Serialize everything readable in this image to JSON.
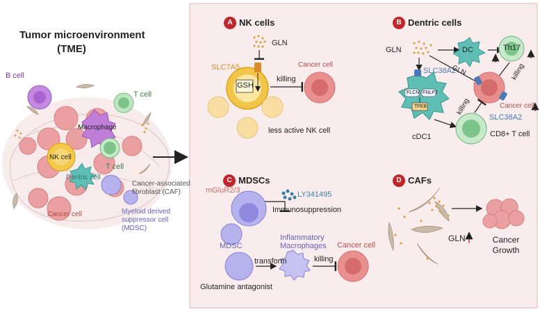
{
  "colors": {
    "panel_bg": "#f9ecec",
    "badge": "#c0272d",
    "cancer": "#e88f8f",
    "nk": "#f4c84a",
    "tcell": "#7cc48a",
    "dc": "#5fbfb7",
    "mdsc": "#a7a4e6",
    "bcell": "#b36fd0",
    "macrophage": "#b86ad6",
    "gln_dots": "#d9a24a",
    "transporter_blue": "#4a78b8",
    "transporter_orange": "#d98a2c",
    "up_arrow": "#d0342c"
  },
  "left": {
    "title_line1": "Tumor microenvironment",
    "title_line2": "(TME)",
    "b_cell": "B cell",
    "t_cell_top": "T cell",
    "macrophage": "Macrophage",
    "nk_cell": "NK cell",
    "t_cell_mid": "T cell",
    "dentric_cell": "Dentric cell",
    "caf_line1": "Cancer-associated",
    "caf_line2": "fibroblast (CAF)",
    "cancer_cell": "Cancer cell",
    "mdsc_line1": "Myeloid derived",
    "mdsc_line2": "suppressor cell",
    "mdsc_line3": "(MDSC)"
  },
  "panel_a": {
    "badge": "A",
    "title": "NK cells",
    "gln": "GLN",
    "transporter": "SLC7A5",
    "gsh": "GSH",
    "killing": "killing",
    "cancer_cell": "Cancer cell",
    "less_active": "less active NK cell"
  },
  "panel_b": {
    "badge": "B",
    "title": "Dentric cells",
    "gln": "GLN",
    "dc": "DC",
    "th17": "Th17",
    "transporter": "SLC38A2",
    "gln_small": "GLN",
    "killing1": "killing",
    "killing2": "killing",
    "flcn": "FLCN",
    "fnlp2": "FNLP2",
    "tfeb": "TFEB",
    "cdc1": "cDC1",
    "cancer_cell": "Cancer cell",
    "transporter2": "SLC38A2",
    "cd8": "CD8+ T cell"
  },
  "panel_c": {
    "badge": "C",
    "title": "MDSCs",
    "receptor": "mGluR2/3",
    "drug": "LY341495",
    "immunosuppression": "Immunosuppression",
    "mdsc": "MDSC",
    "inflammatory_line1": "Inflammatory",
    "inflammatory_line2": "Macrophages",
    "cancer_cell": "Cancer cell",
    "transform": "transform",
    "killing": "killing",
    "antagonist": "Glutamine antagonist"
  },
  "panel_d": {
    "badge": "D",
    "title": "CAFs",
    "gln": "GLN",
    "growth_line1": "Cancer",
    "growth_line2": "Growth"
  }
}
